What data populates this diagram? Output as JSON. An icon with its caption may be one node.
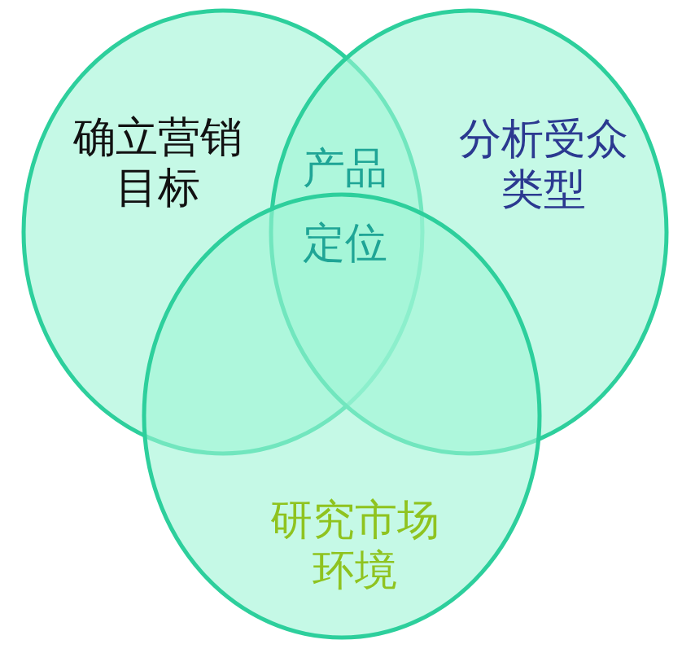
{
  "diagram": {
    "nodes": [
      {
        "text": [
          "确立营销目标"
        ]
      },
      {
        "text": [
          "分析受众类型"
        ]
      },
      {
        "text": [
          "研究市场环境"
        ]
      }
    ],
    "labels": [
      "产品定位"
    ]
  }
}
